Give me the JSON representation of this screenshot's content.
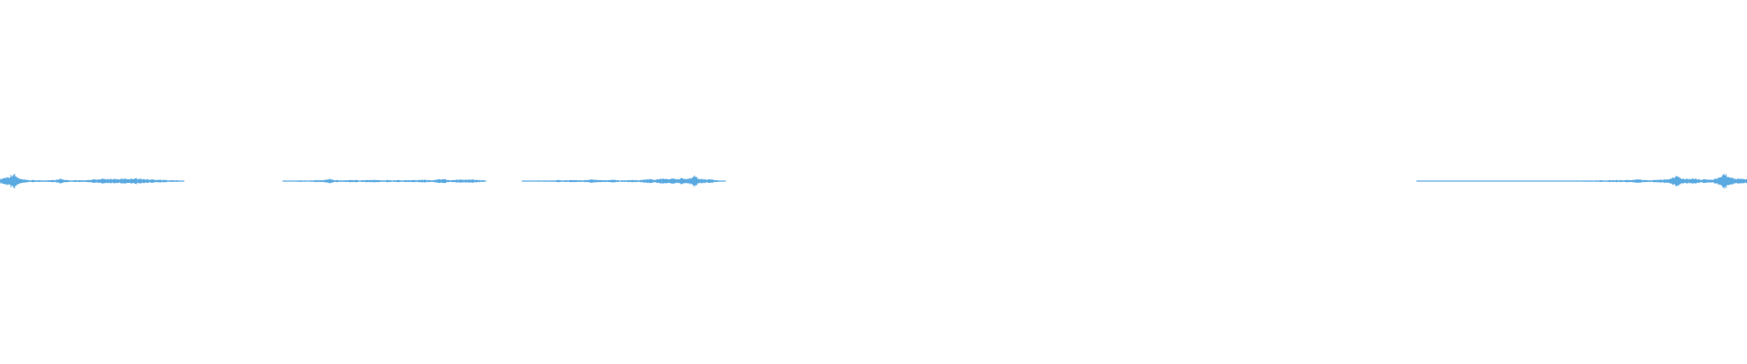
{
  "waveform": {
    "color": "#5aa9e0",
    "background": "#ffffff",
    "segments": [
      {
        "name": "segment-1",
        "start_fraction": 0.0,
        "end_fraction": 0.105,
        "peaks": [
          0.25,
          0.35,
          0.45,
          0.5,
          0.55,
          0.75,
          1.0,
          0.7,
          0.45,
          0.3,
          0.22,
          0.18,
          0.15,
          0.12,
          0.12,
          0.12,
          0.12,
          0.12,
          0.1,
          0.1,
          0.12,
          0.12,
          0.12,
          0.13,
          0.13,
          0.15,
          0.25,
          0.32,
          0.24,
          0.15,
          0.12,
          0.12,
          0.1,
          0.1,
          0.1,
          0.1,
          0.12,
          0.12,
          0.1,
          0.1,
          0.12,
          0.15,
          0.22,
          0.2,
          0.18,
          0.22,
          0.25,
          0.3,
          0.28,
          0.24,
          0.25,
          0.3,
          0.28,
          0.26,
          0.25,
          0.28,
          0.32,
          0.3,
          0.3,
          0.3,
          0.35,
          0.38,
          0.35,
          0.3,
          0.28,
          0.25,
          0.24,
          0.22,
          0.2,
          0.22,
          0.2,
          0.18,
          0.18,
          0.16,
          0.15,
          0.14,
          0.13,
          0.12,
          0.1,
          0.1,
          0.1,
          0.08,
          0.08,
          0.06
        ]
      },
      {
        "name": "segment-2",
        "start_fraction": 0.162,
        "end_fraction": 0.278,
        "peaks": [
          0.05,
          0.06,
          0.05,
          0.05,
          0.06,
          0.07,
          0.08,
          0.1,
          0.1,
          0.08,
          0.06,
          0.08,
          0.1,
          0.12,
          0.12,
          0.12,
          0.12,
          0.15,
          0.18,
          0.3,
          0.22,
          0.15,
          0.12,
          0.12,
          0.1,
          0.1,
          0.12,
          0.12,
          0.15,
          0.15,
          0.12,
          0.1,
          0.1,
          0.12,
          0.12,
          0.12,
          0.14,
          0.18,
          0.15,
          0.12,
          0.1,
          0.1,
          0.12,
          0.13,
          0.12,
          0.1,
          0.12,
          0.14,
          0.12,
          0.12,
          0.12,
          0.12,
          0.14,
          0.16,
          0.15,
          0.14,
          0.15,
          0.18,
          0.16,
          0.14,
          0.12,
          0.12,
          0.14,
          0.18,
          0.25,
          0.2,
          0.3,
          0.18,
          0.14,
          0.12,
          0.15,
          0.18,
          0.22,
          0.2,
          0.18,
          0.2,
          0.22,
          0.24,
          0.22,
          0.18,
          0.15,
          0.12,
          0.1,
          0.06
        ]
      },
      {
        "name": "segment-3",
        "start_fraction": 0.299,
        "end_fraction": 0.415,
        "peaks": [
          0.05,
          0.05,
          0.06,
          0.06,
          0.06,
          0.06,
          0.07,
          0.07,
          0.07,
          0.08,
          0.08,
          0.08,
          0.08,
          0.09,
          0.1,
          0.16,
          0.1,
          0.09,
          0.1,
          0.12,
          0.12,
          0.12,
          0.12,
          0.1,
          0.1,
          0.1,
          0.12,
          0.15,
          0.25,
          0.2,
          0.15,
          0.12,
          0.12,
          0.12,
          0.12,
          0.12,
          0.14,
          0.18,
          0.15,
          0.12,
          0.1,
          0.1,
          0.12,
          0.12,
          0.12,
          0.14,
          0.15,
          0.15,
          0.14,
          0.15,
          0.18,
          0.22,
          0.3,
          0.25,
          0.2,
          0.22,
          0.28,
          0.3,
          0.26,
          0.25,
          0.3,
          0.35,
          0.3,
          0.28,
          0.32,
          0.35,
          0.3,
          0.28,
          0.3,
          0.45,
          0.75,
          0.5,
          0.35,
          0.3,
          0.28,
          0.25,
          0.22,
          0.2,
          0.18,
          0.15,
          0.1,
          0.08,
          0.06,
          0.05
        ]
      },
      {
        "name": "segment-4",
        "start_fraction": 0.811,
        "end_fraction": 1.0,
        "peaks": [
          0.05,
          0.0,
          0.0,
          0.05,
          0.06,
          0.06,
          0.06,
          0.06,
          0.06,
          0.06,
          0.06,
          0.06,
          0.06,
          0.06,
          0.06,
          0.06,
          0.06,
          0.06,
          0.06,
          0.06,
          0.06,
          0.06,
          0.06,
          0.06,
          0.06,
          0.06,
          0.06,
          0.06,
          0.06,
          0.06,
          0.06,
          0.06,
          0.06,
          0.06,
          0.06,
          0.06,
          0.06,
          0.06,
          0.06,
          0.06,
          0.06,
          0.06,
          0.06,
          0.06,
          0.06,
          0.06,
          0.06,
          0.06,
          0.06,
          0.06,
          0.06,
          0.06,
          0.06,
          0.06,
          0.07,
          0.07,
          0.07,
          0.07,
          0.07,
          0.08,
          0.08,
          0.08,
          0.08,
          0.09,
          0.09,
          0.1,
          0.1,
          0.1,
          0.1,
          0.12,
          0.12,
          0.12,
          0.12,
          0.14,
          0.14,
          0.15,
          0.16,
          0.18,
          0.2,
          0.3,
          0.2,
          0.15,
          0.14,
          0.12,
          0.12,
          0.14,
          0.16,
          0.18,
          0.22,
          0.25,
          0.3,
          0.35,
          0.45,
          0.7,
          0.5,
          0.35,
          0.28,
          0.25,
          0.3,
          0.35,
          0.3,
          0.25,
          0.22,
          0.2,
          0.18,
          0.2,
          0.25,
          0.3,
          0.45,
          0.75,
          1.0,
          0.7,
          0.45,
          0.35,
          0.3,
          0.28,
          0.25,
          0.25,
          0.25
        ]
      }
    ]
  }
}
